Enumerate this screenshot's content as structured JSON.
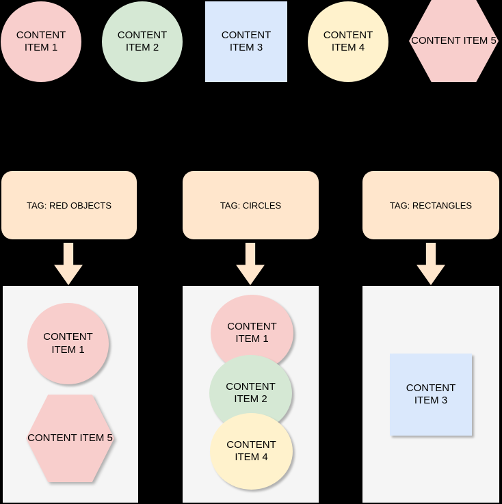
{
  "diagram": {
    "background": "#000000",
    "source_items": [
      {
        "label": "CONTENT ITEM 1",
        "shape": "circle",
        "fill": "#f8cecc"
      },
      {
        "label": "CONTENT ITEM 2",
        "shape": "circle",
        "fill": "#d5e8d4"
      },
      {
        "label": "CONTENT ITEM 3",
        "shape": "rectangle",
        "fill": "#dae8fc"
      },
      {
        "label": "CONTENT ITEM 4",
        "shape": "circle",
        "fill": "#fff2cc"
      },
      {
        "label": "CONTENT ITEM 5",
        "shape": "hexagon",
        "fill": "#f8cecc"
      }
    ],
    "tags": [
      {
        "label": "TAG: RED OBJECTS",
        "fill": "#ffe6cc"
      },
      {
        "label": "TAG: CIRCLES",
        "fill": "#ffe6cc"
      },
      {
        "label": "TAG: RECTANGLES",
        "fill": "#ffe6cc"
      }
    ],
    "groups": [
      {
        "tag_label": "TAG: RED OBJECTS",
        "panel_fill": "#f5f5f5",
        "members": [
          {
            "label": "CONTENT ITEM 1",
            "shape": "circle",
            "fill": "#f8cecc"
          },
          {
            "label": "CONTENT ITEM 5",
            "shape": "hexagon",
            "fill": "#f8cecc"
          }
        ]
      },
      {
        "tag_label": "TAG: CIRCLES",
        "panel_fill": "#f5f5f5",
        "members": [
          {
            "label": "CONTENT ITEM 1",
            "shape": "circle",
            "fill": "#f8cecc"
          },
          {
            "label": "CONTENT ITEM 2",
            "shape": "circle",
            "fill": "#d5e8d4"
          },
          {
            "label": "CONTENT ITEM 4",
            "shape": "circle",
            "fill": "#fff2cc"
          }
        ]
      },
      {
        "tag_label": "TAG: RECTANGLES",
        "panel_fill": "#f5f5f5",
        "members": [
          {
            "label": "CONTENT ITEM 3",
            "shape": "rectangle",
            "fill": "#dae8fc"
          }
        ]
      }
    ],
    "colors": {
      "pink": "#f8cecc",
      "green": "#d5e8d4",
      "blue": "#dae8fc",
      "yellow": "#fff2cc",
      "peach": "#ffe6cc",
      "panel_gray": "#f5f5f5",
      "text": "#000000",
      "background": "#000000"
    }
  }
}
